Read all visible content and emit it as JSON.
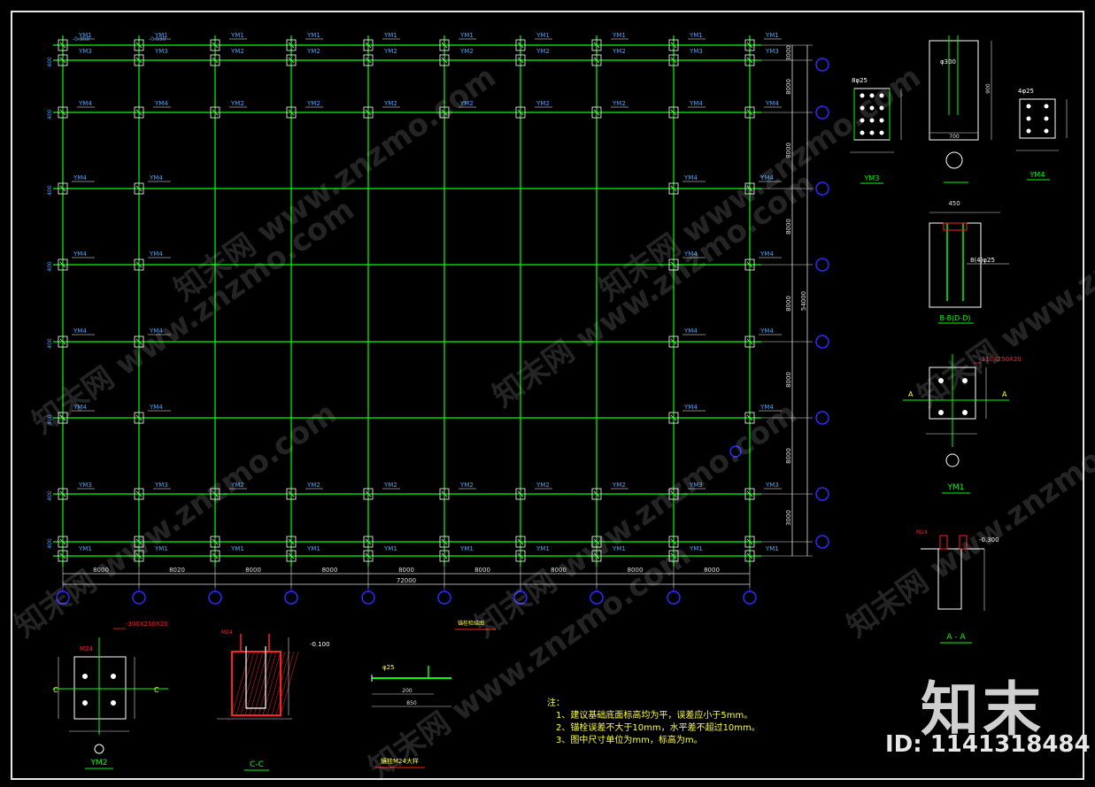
{
  "plan": {
    "top_labels": [
      "YM1",
      "YM1",
      "YM1",
      "YM1",
      "YM1",
      "YM1",
      "YM1",
      "YM1",
      "YM1",
      "YM1"
    ],
    "row2_labels": [
      "YM3",
      "YM3",
      "YM2",
      "YM2",
      "YM2",
      "YM2",
      "YM2",
      "YM2",
      "YM3",
      "YM3"
    ],
    "mid_labels": [
      "YM4",
      "YM4",
      "YM2",
      "YM2",
      "YM2",
      "YM2",
      "YM2",
      "YM2",
      "YM4",
      "YM4"
    ],
    "elev_left": "-0.300",
    "elev_left2": "-0.930",
    "bay_dims": [
      "8000",
      "8020",
      "8000",
      "8000",
      "8000",
      "8000",
      "8000",
      "8000",
      "8000"
    ],
    "total_dim": "72000",
    "vert_dims": [
      "3000",
      "8000",
      "8000",
      "8000",
      "8000",
      "8000",
      "8000",
      "3000"
    ],
    "vert_total": "54000"
  },
  "details": {
    "ym3_title": "YM3",
    "ym3_rebar": "8φ25",
    "ym4_title": "YM4",
    "ym4_rebar": "4φ25",
    "pile_dim": "φ300",
    "pile_width": "700",
    "pile_depth": "900",
    "section_bb_title": "B-B(D-D)",
    "section_bb_rebar": "8(4)φ25",
    "section_bb_width": "450",
    "ym1_plate": "-310X250X20",
    "ym1_title": "YM1",
    "section_aa_title": "A - A",
    "section_aa_elev": "-0.300",
    "ym2_plate": "-300X250X20",
    "ym2_bolt": "M24",
    "ym2_title": "YM2",
    "section_cc_title": "C-C",
    "section_cc_elev": "-0.100",
    "anchor_title": "锚栓检结图",
    "anchor_rebar": "φ25",
    "anchor_dim1": "200",
    "anchor_dim2": "850",
    "m24_title": "镶栓M24大样",
    "axis_a": "A",
    "axis_c": "C"
  },
  "notes": {
    "header": "注：",
    "items": [
      "1、建议基础底面标高均为平，误差应小于5mm。",
      "2、锚栓误差不大于10mm，水平差不超过10mm。",
      "3、图中尺寸单位为mm，标高为m。"
    ]
  },
  "brand": {
    "logo": "知末",
    "id_label": "ID: 1141318484",
    "watermark": "知末网 www.znzmo.com"
  },
  "colors": {
    "grid_green": "#00ff00",
    "axis_blue": "#2b2bff",
    "dim_white": "#e0e0e0",
    "label_blue": "#4aa3ff",
    "red": "#ff2020",
    "yellow": "#ffff33",
    "cyan": "#00e0e0"
  }
}
